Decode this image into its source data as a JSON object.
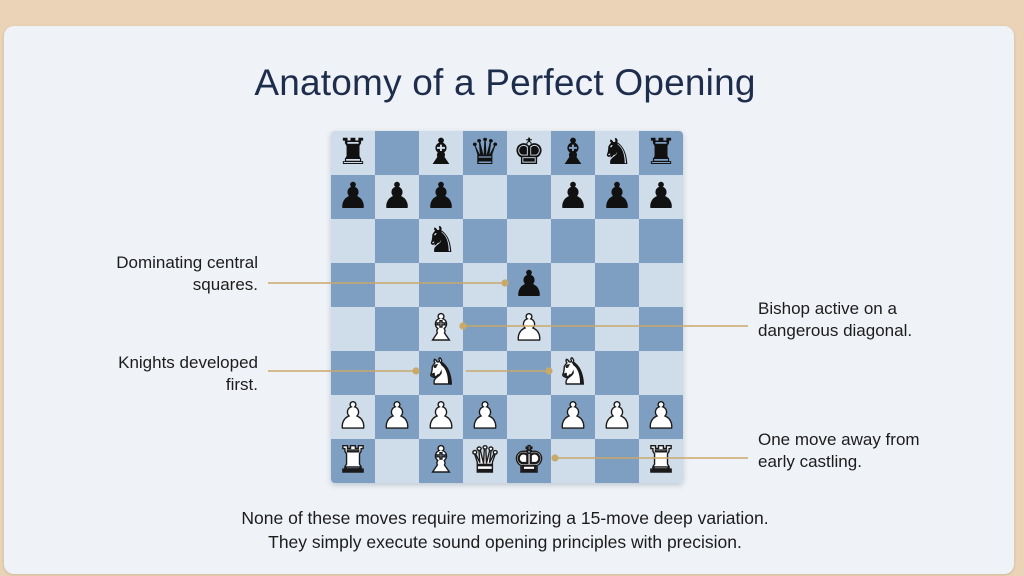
{
  "title": "Anatomy of a Perfect Opening",
  "board": {
    "rows": [
      [
        "br",
        "",
        "bb",
        "bq",
        "bk",
        "bb",
        "bn",
        "br"
      ],
      [
        "bp",
        "bp",
        "bp",
        "",
        "",
        "bp",
        "bp",
        "bp"
      ],
      [
        "",
        "",
        "bn",
        "",
        "",
        "",
        "",
        ""
      ],
      [
        "",
        "",
        "",
        "",
        "bp",
        "",
        "",
        ""
      ],
      [
        "",
        "",
        "wb",
        "",
        "wp",
        "",
        "",
        ""
      ],
      [
        "",
        "",
        "wn",
        "",
        "",
        "wn",
        "",
        ""
      ],
      [
        "wp",
        "wp",
        "wp",
        "wp",
        "",
        "wp",
        "wp",
        "wp"
      ],
      [
        "wr",
        "",
        "wb",
        "wq",
        "wk",
        "",
        "",
        "wr"
      ]
    ],
    "colors": {
      "light": "#cfdce9",
      "dark": "#7f9fc2"
    }
  },
  "callouts": {
    "center": "Dominating central squares.",
    "knights": "Knights developed first.",
    "bishop": "Bishop active on a dangerous diagonal.",
    "castling": "One move away from early castling."
  },
  "caption": {
    "line1": "None of these moves require memorizing a 15-move deep variation.",
    "line2": "They simply execute sound opening principles with precision."
  },
  "accent": "#c9a96a"
}
